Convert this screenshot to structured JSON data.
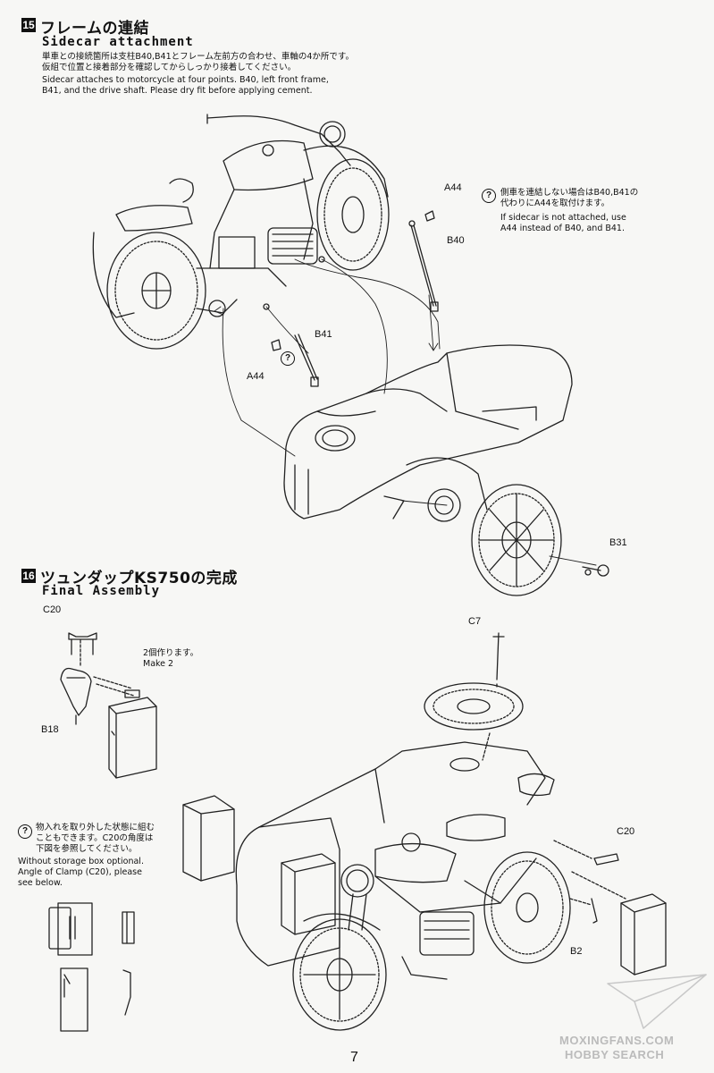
{
  "step15": {
    "number": "15",
    "title_jp": "フレームの連結",
    "title_en": "Sidecar attachment",
    "desc_jp_1": "単車との接続箇所は支柱B40,B41とフレーム左前方の合わせ、車軸の4か所です。",
    "desc_jp_2": "仮組で位置と接着部分を確認してからしっかり接着してください。",
    "desc_en_1": "Sidecar attaches to motorcycle at four points. B40, left front frame,",
    "desc_en_2": "B41, and the drive shaft. Please dry fit before applying cement.",
    "note_jp_1": "側車を連結しない場合はB40,B41の",
    "note_jp_2": "代わりにA44を取付けます。",
    "note_en_1": "If sidecar is not attached, use",
    "note_en_2": "A44 instead of B40, and B41.",
    "labels": {
      "a44_top": "A44",
      "b40": "B40",
      "b41": "B41",
      "a44_left": "A44",
      "b31": "B31"
    }
  },
  "step16": {
    "number": "16",
    "title_jp": "ツュンダップKS750の完成",
    "title_en": "Final Assembly",
    "make2_jp": "2個作ります。",
    "make2_en": "Make 2",
    "note_jp_1": "物入れを取り外した状態に組む",
    "note_jp_2": "こともできます。C20の角度は",
    "note_jp_3": "下図を参照してください。",
    "note_en_1": "Without storage box optional.",
    "note_en_2": "Angle of Clamp (C20), please",
    "note_en_3": "see below.",
    "labels": {
      "c20_left": "C20",
      "b18": "B18",
      "c7": "C7",
      "c20_right": "C20",
      "b2": "B2"
    }
  },
  "question_icon": "?",
  "page_number": "7",
  "watermark_1": "MOXINGFANS.COM",
  "watermark_2": "HOBBY SEARCH"
}
